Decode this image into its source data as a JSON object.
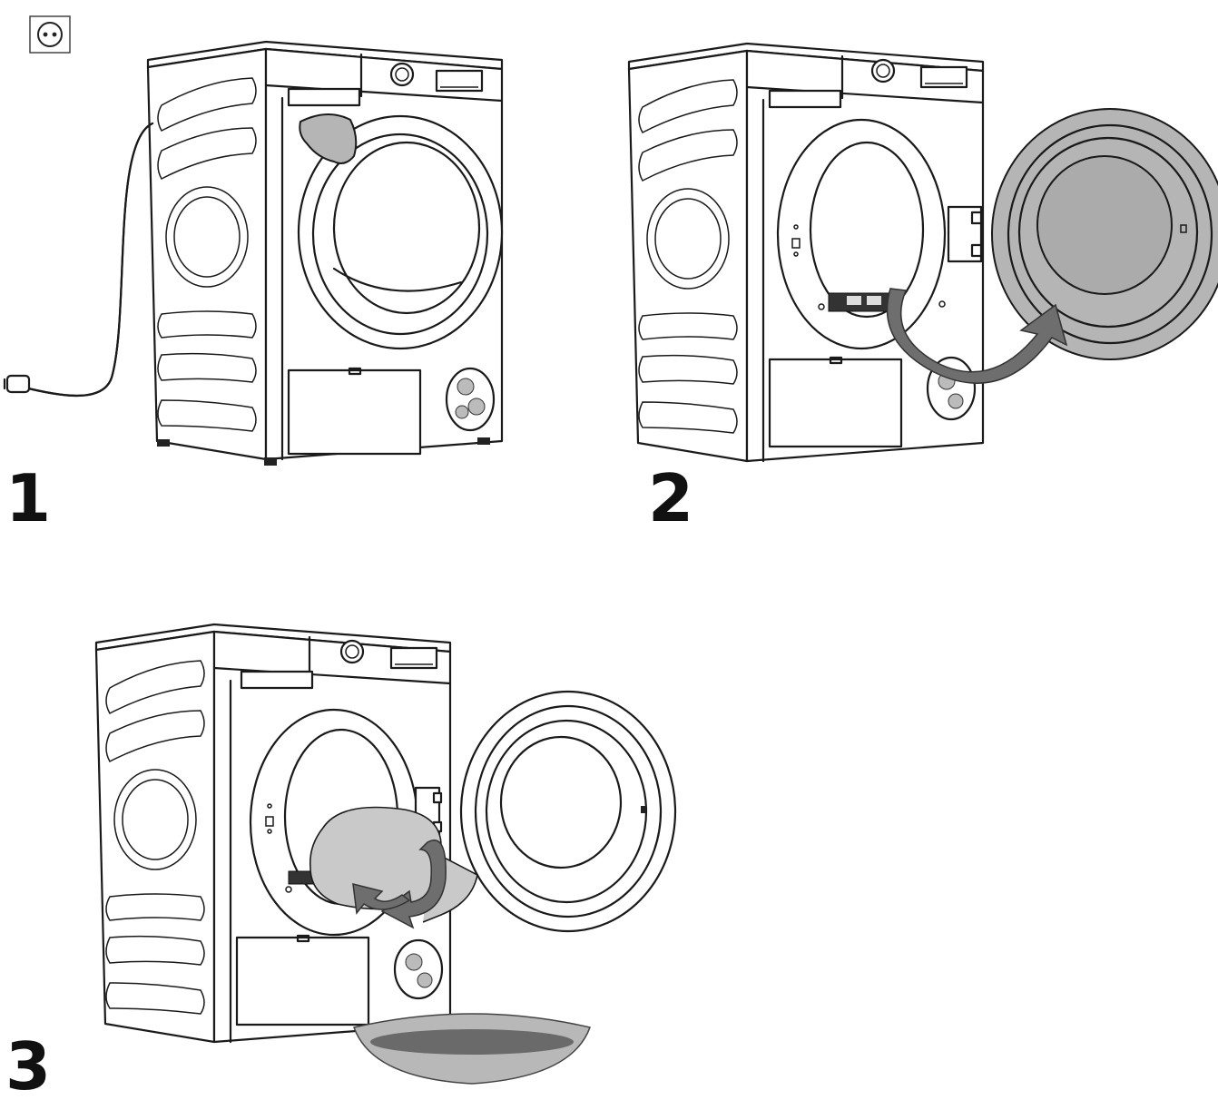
{
  "steps": [
    {
      "number": "1"
    },
    {
      "number": "2"
    },
    {
      "number": "3"
    }
  ],
  "icons": {
    "power_socket": "power-socket-icon"
  },
  "colors": {
    "line": "#1a1a1a",
    "arrow": "#6e6e6e",
    "fill_gray": "#b5b5b5",
    "background": "#ffffff"
  }
}
